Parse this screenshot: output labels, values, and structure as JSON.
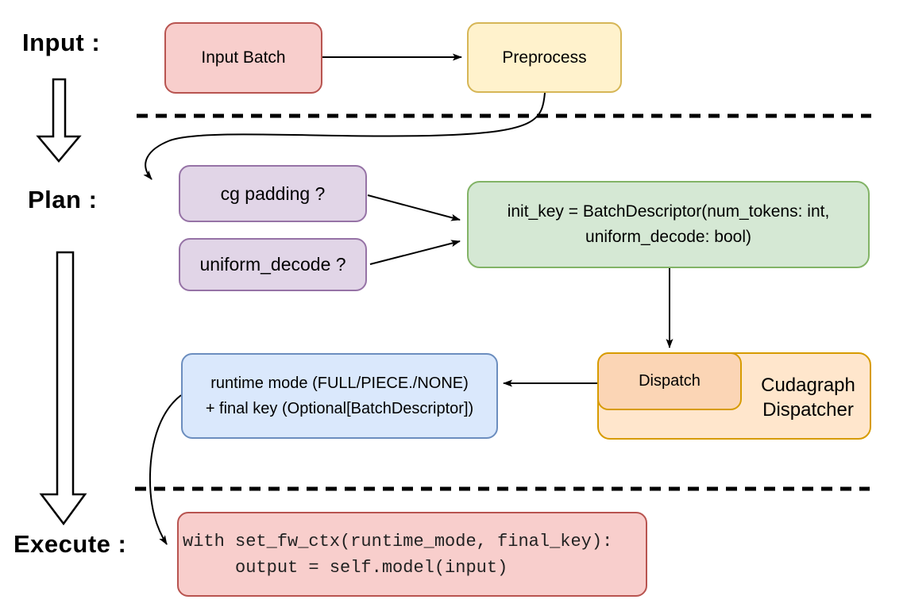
{
  "stages": {
    "input_label": "Input :",
    "plan_label": "Plan :",
    "execute_label": "Execute :"
  },
  "nodes": {
    "input_batch": {
      "label": "Input Batch"
    },
    "preprocess": {
      "label": "Preprocess"
    },
    "cg_padding": {
      "label": "cg padding ?"
    },
    "uniform_decode": {
      "label": "uniform_decode ?"
    },
    "init_key": {
      "line1": "init_key = BatchDescriptor(num_tokens: int,",
      "line2": "uniform_decode: bool)"
    },
    "dispatch": {
      "label": "Dispatch"
    },
    "cudagraph_dispatcher": {
      "line1": "Cudagraph",
      "line2": "Dispatcher"
    },
    "runtime_mode": {
      "line1": "runtime mode (FULL/PIECE./NONE)",
      "line2": "+ final key (Optional[BatchDescriptor])"
    },
    "execute_code": {
      "line1": "with set_fw_ctx(runtime_mode, final_key):",
      "line2": "     output = self.model(input)"
    }
  },
  "colors": {
    "red_fill": "#f8cecc",
    "red_stroke": "#b85450",
    "yellow_fill": "#fff2cc",
    "yellow_stroke": "#d6b656",
    "purple_fill": "#e1d5e7",
    "purple_stroke": "#9673a6",
    "green_fill": "#d5e8d4",
    "green_stroke": "#82b366",
    "blue_fill": "#dae8fc",
    "blue_stroke": "#6c8ebf",
    "orange_fill": "#ffe6cc",
    "orange_inner_fill": "#fbd5b5",
    "orange_stroke": "#d79b00",
    "line_color": "#000000"
  }
}
